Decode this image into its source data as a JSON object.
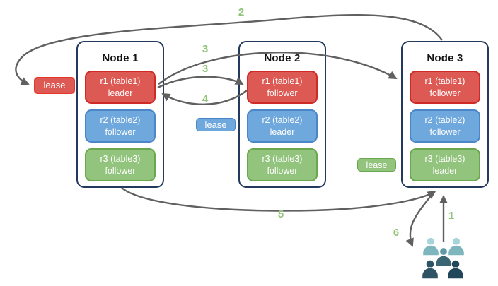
{
  "nodes": [
    {
      "title": "Node 1",
      "ranges": [
        {
          "name": "r1 (table1)",
          "role": "leader"
        },
        {
          "name": "r2 (table2)",
          "role": "follower"
        },
        {
          "name": "r3 (table3)",
          "role": "follower"
        }
      ]
    },
    {
      "title": "Node 2",
      "ranges": [
        {
          "name": "r1 (table1)",
          "role": "follower"
        },
        {
          "name": "r2 (table2)",
          "role": "leader"
        },
        {
          "name": "r3 (table3)",
          "role": "follower"
        }
      ]
    },
    {
      "title": "Node 3",
      "ranges": [
        {
          "name": "r1 (table1)",
          "role": "follower"
        },
        {
          "name": "r2 (table2)",
          "role": "follower"
        },
        {
          "name": "r3 (table3)",
          "role": "leader"
        }
      ]
    }
  ],
  "leases": {
    "red": "lease",
    "blue": "lease",
    "green": "lease"
  },
  "steps": {
    "s1": "1",
    "s2": "2",
    "s3a": "3",
    "s3b": "3",
    "s4": "4",
    "s5": "5",
    "s6": "6"
  },
  "icons": {
    "users": "users-icon"
  },
  "colors": {
    "red": "#dc5954",
    "red-border": "#cf2a26",
    "lease-red-border": "#e8352a",
    "blue": "#6fa8dc",
    "blue-border": "#4a86c8",
    "green": "#93c47d",
    "green-border": "#6aa84f",
    "node-border": "#24395e",
    "arrow": "#606060",
    "step": "#90c479",
    "users-light-head": "#a6d5d9",
    "users-light-body": "#7fb6bd",
    "users-mid-head": "#5f9aa6",
    "users-mid-body": "#3c6573",
    "users-dark1": "#2e5365",
    "users-dark2": "#21475b"
  }
}
